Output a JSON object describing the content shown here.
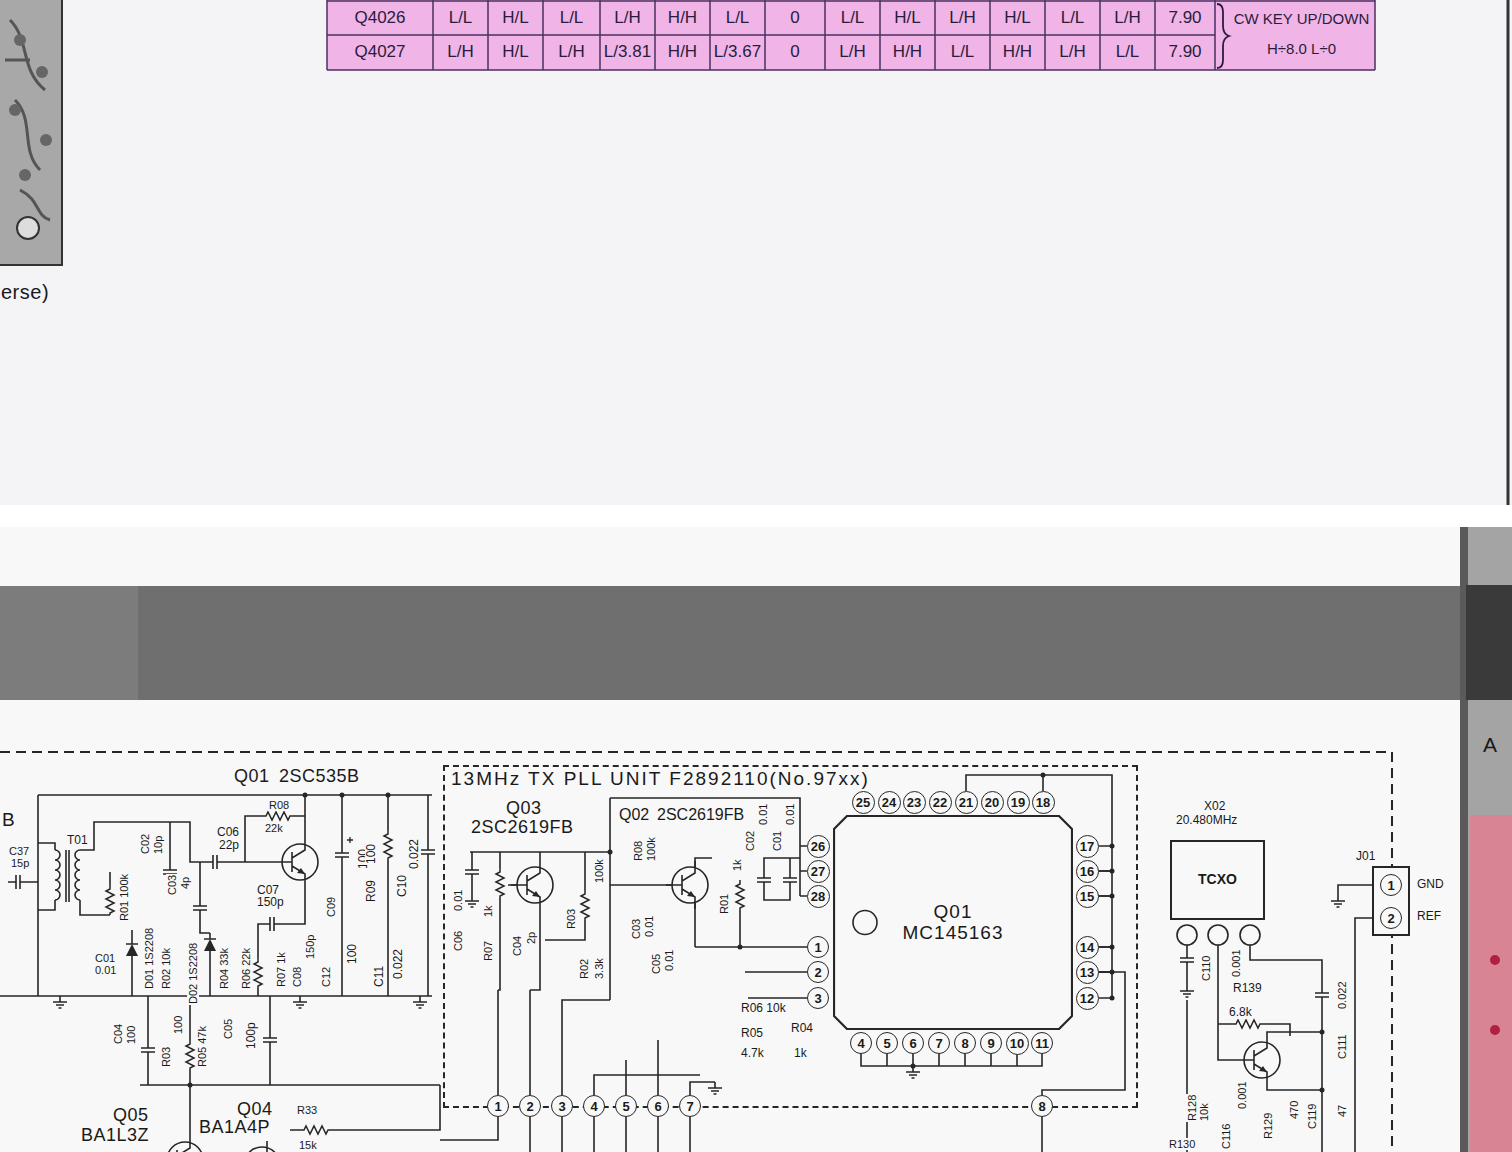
{
  "diagram": {
    "nodes": [
      {
        "text": [
          "13MHz TX PLL UNIT F2892110(No.97xx)"
        ]
      },
      {
        "text": [
          "Q01",
          "MC145163"
        ],
        "in": 0
      },
      {
        "text": [
          "1"
        ],
        "in": 0
      },
      {
        "text": [
          "2"
        ],
        "in": 0
      },
      {
        "text": [
          "3"
        ],
        "in": 0
      },
      {
        "text": [
          "4"
        ],
        "in": 0
      },
      {
        "text": [
          "5"
        ],
        "in": 0
      },
      {
        "text": [
          "6"
        ],
        "in": 0
      },
      {
        "text": [
          "7"
        ],
        "in": 0
      },
      {
        "text": [
          "8"
        ],
        "in": 0
      },
      {
        "text": [
          "9"
        ],
        "in": 0
      },
      {
        "text": [
          "10"
        ],
        "in": 0
      },
      {
        "text": [
          "11"
        ],
        "in": 0
      },
      {
        "text": [
          "12"
        ],
        "in": 0
      },
      {
        "text": [
          "13"
        ],
        "in": 0
      },
      {
        "text": [
          "14"
        ],
        "in": 0
      },
      {
        "text": [
          "15"
        ],
        "in": 0
      },
      {
        "text": [
          "16"
        ],
        "in": 0
      },
      {
        "text": [
          "17"
        ],
        "in": 0
      },
      {
        "text": [
          "18"
        ],
        "in": 0
      },
      {
        "text": [
          "19"
        ],
        "in": 0
      },
      {
        "text": [
          "20"
        ],
        "in": 0
      },
      {
        "text": [
          "21"
        ],
        "in": 0
      },
      {
        "text": [
          "22"
        ],
        "in": 0
      },
      {
        "text": [
          "23"
        ],
        "in": 0
      },
      {
        "text": [
          "24"
        ],
        "in": 0
      },
      {
        "text": [
          "25"
        ],
        "in": 0
      },
      {
        "text": [
          "26"
        ],
        "in": 0
      },
      {
        "text": [
          "27"
        ],
        "in": 0
      },
      {
        "text": [
          "28"
        ],
        "in": 0
      },
      {
        "text": [
          "1"
        ],
        "in": 0
      },
      {
        "text": [
          "2"
        ],
        "in": 0
      },
      {
        "text": [
          "3"
        ],
        "in": 0
      },
      {
        "text": [
          "4"
        ],
        "in": 0
      },
      {
        "text": [
          "5"
        ],
        "in": 0
      },
      {
        "text": [
          "6"
        ],
        "in": 0
      },
      {
        "text": [
          "7"
        ],
        "in": 0
      },
      {
        "text": [
          "8"
        ],
        "in": 0
      },
      {
        "text": [
          "TCXO"
        ]
      },
      {
        "text": [
          "J01"
        ]
      },
      {
        "text": [
          "1"
        ],
        "in": 39
      },
      {
        "text": [
          "2"
        ],
        "in": 39
      }
    ],
    "edges": [
      {
        "from": 14,
        "to": 37,
        "arrow": "none"
      },
      {
        "from": 15,
        "to": 14,
        "arrow": "none"
      },
      {
        "from": 13,
        "to": 14,
        "arrow": "none"
      },
      {
        "from": 16,
        "to": 15,
        "arrow": "none"
      },
      {
        "from": 17,
        "to": 16,
        "arrow": "none"
      },
      {
        "from": 18,
        "to": 17,
        "arrow": "none"
      }
    ],
    "labels": [
      "Q4026",
      "L/L",
      "H/L",
      "L/L",
      "L/H",
      "H/H",
      "L/L",
      "0",
      "L/L",
      "H/L",
      "L/H",
      "H/L",
      "L/L",
      "L/H",
      "7.90",
      "Q4027",
      "L/H",
      "H/L",
      "L/H",
      "L/3.81",
      "H/H",
      "L/3.67",
      "0",
      "L/H",
      "H/H",
      "L/L",
      "H/H",
      "L/H",
      "L/L",
      "7.90",
      "CW KEY UP/DOWN",
      "H÷8.0 L÷0",
      "erse)",
      "A",
      "B",
      "Q01",
      "2SC535B",
      "C37",
      "15p",
      "T01",
      "C02",
      "10p",
      "C06",
      "22p",
      "R08",
      "22k",
      "C03",
      "4p",
      "C07",
      "150p",
      "100",
      "C09",
      "R09",
      "100",
      "C10",
      "0.022",
      "R01 100k",
      "C01",
      "0.01",
      "D01 1S2208",
      "R02 10k",
      "D02 1S2208",
      "R04 33k",
      "R06 22k",
      "R07 1k",
      "C08",
      "150p",
      "C12",
      "100",
      "C11",
      "0.022",
      "C04",
      "100",
      "R03",
      "100",
      "R05 47k",
      "C05",
      "100p",
      "Q05",
      "BA1L3Z",
      "Q04",
      "BA1A4P",
      "R33",
      "15k",
      "Q03",
      "2SC2619FB",
      "Q02",
      "2SC2619FB",
      "C06",
      "0.01",
      "R07",
      "1k",
      "C04",
      "2p",
      "R03",
      "100k",
      "R02",
      "3.3k",
      "R08",
      "100k",
      "C03",
      "0.01",
      "C05",
      "0.01",
      "R01",
      "1k",
      "C02",
      "0.01",
      "C01",
      "0.01",
      "R06 10k",
      "R05",
      "4.7k",
      "R04",
      "1k",
      "X02",
      "20.480MHz",
      "C110",
      "0.001",
      "R139",
      "6.8k",
      "C111",
      "0.022",
      "R128",
      "10k",
      "C116",
      "0.001",
      "R129",
      "470",
      "C119",
      "47",
      "R130",
      "GND",
      "REF"
    ]
  }
}
